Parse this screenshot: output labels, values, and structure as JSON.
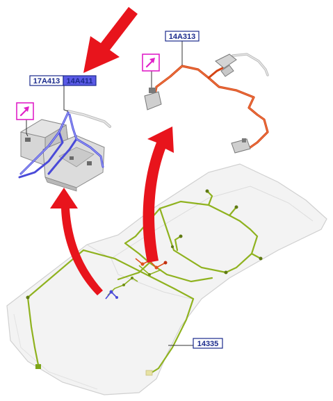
{
  "labels": {
    "part_17A413": "17A413",
    "part_14A411": "14A411",
    "part_14A313": "14A313",
    "part_14335": "14335"
  },
  "colors": {
    "label_border": "#1a2a8c",
    "label_text": "#1a2a8c",
    "highlight_fill": "#5a5ae6",
    "callout_arrow": "#e8141c",
    "module_icon_border": "#e020c8",
    "roof_harness": "#8fb21f",
    "sensor_harness": "#e0501c",
    "module_harness": "#4a4ad8",
    "roof_panel": "#f2f2f2",
    "component_gray": "#cfcfcf"
  },
  "icons": {
    "module_icon": "pen-arrow-icon"
  }
}
